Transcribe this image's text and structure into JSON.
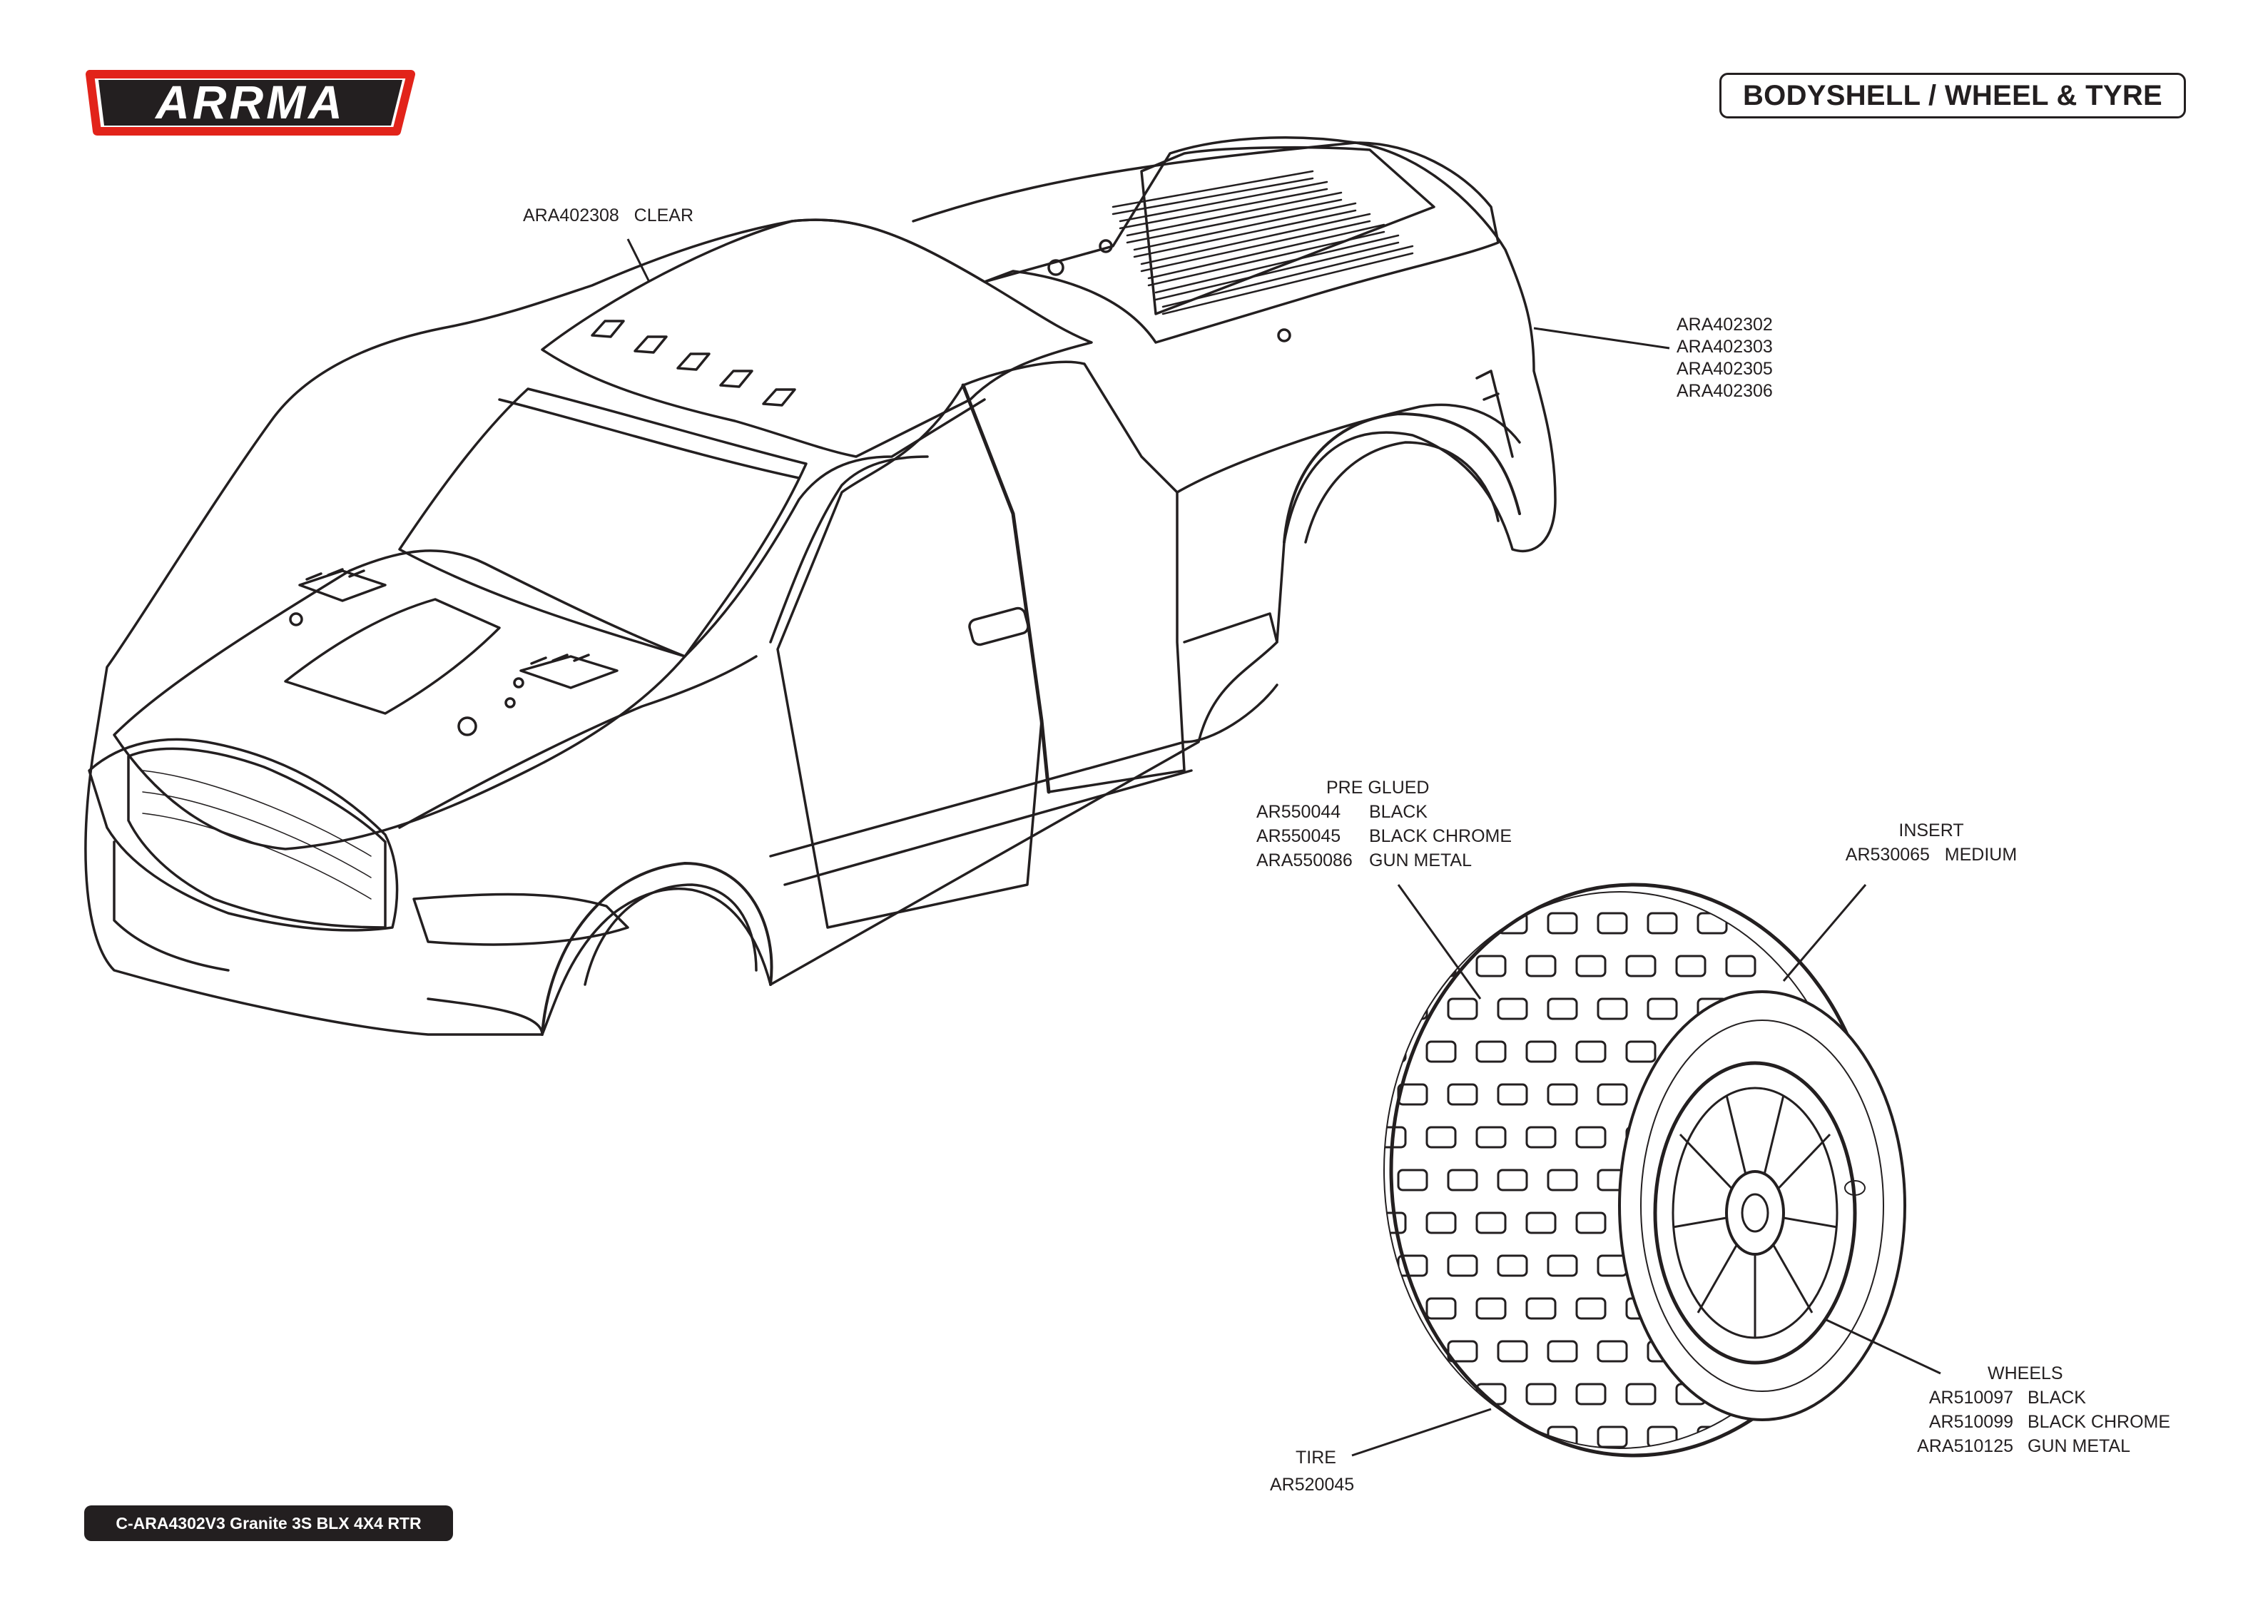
{
  "brand": {
    "logo_text": "ARRMA"
  },
  "header": {
    "title": "BODYSHELL / WHEEL & TYRE"
  },
  "footer": {
    "model": "C-ARA4302V3 Granite 3S BLX 4X4 RTR"
  },
  "callouts": {
    "body_clear": {
      "part": "ARA402308",
      "desc": "CLEAR"
    },
    "body_painted": {
      "parts": [
        "ARA402302",
        "ARA402303",
        "ARA402305",
        "ARA402306"
      ]
    },
    "pre_glued": {
      "heading": "PRE GLUED",
      "items": [
        {
          "part": "AR550044",
          "desc": "BLACK"
        },
        {
          "part": "AR550045",
          "desc": "BLACK CHROME"
        },
        {
          "part": "ARA550086",
          "desc": "GUN METAL"
        }
      ]
    },
    "insert": {
      "heading": "INSERT",
      "part": "AR530065",
      "desc": "MEDIUM"
    },
    "wheels": {
      "heading": "WHEELS",
      "items": [
        {
          "part": "AR510097",
          "desc": "BLACK"
        },
        {
          "part": "AR510099",
          "desc": "BLACK CHROME"
        },
        {
          "part": "ARA510125",
          "desc": "GUN METAL"
        }
      ]
    },
    "tire": {
      "heading": "TIRE",
      "part": "AR520045"
    }
  },
  "colors": {
    "ink": "#231f20",
    "logo_red": "#e2231a",
    "background": "#ffffff"
  }
}
